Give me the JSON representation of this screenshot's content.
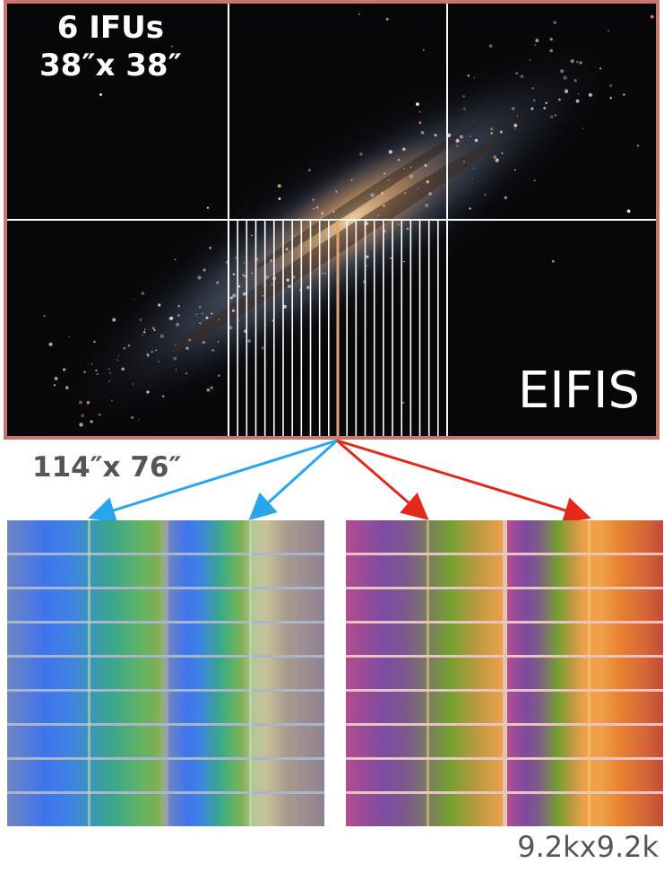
{
  "labels": {
    "ifu_count": "6 IFUs",
    "ifu_size": "38″x 38″",
    "instrument": "EIFIS",
    "footprint": "114″x 76″",
    "detector_size": "9.2kx9.2k"
  },
  "colors": {
    "frame": "#c7776d",
    "grid_lines": "#ffffff",
    "arrow_blue": "#27a6ee",
    "arrow_red": "#e5281c",
    "slit_highlight": "#e3a66a"
  },
  "ifu_grid": {
    "columns": 3,
    "rows": 2
  },
  "slicer": {
    "slice_count": 24
  },
  "detectors": [
    {
      "arm": "blue",
      "columns": 2,
      "rows": 9
    },
    {
      "arm": "red",
      "columns": 2,
      "rows": 9
    }
  ]
}
